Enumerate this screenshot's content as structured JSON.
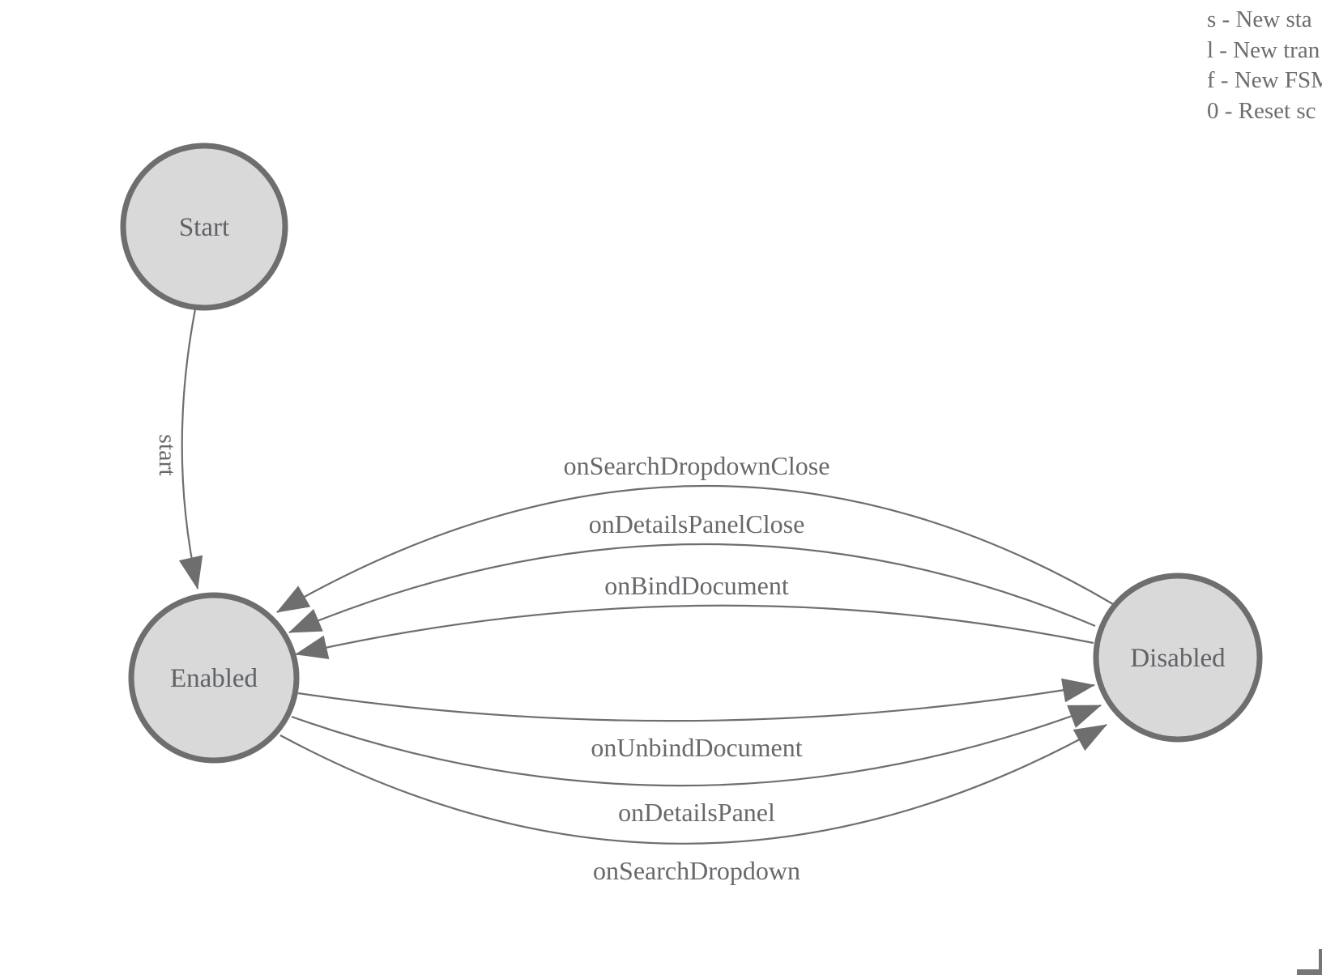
{
  "app": {
    "description": "FSM state diagram canvas",
    "background": "#ffffff"
  },
  "colors": {
    "node_fill": "#d9d9d9",
    "node_stroke": "#6e6e6e",
    "edge_stroke": "#6e6e6e",
    "arrowhead_fill": "#6e6e6e",
    "node_text": "#5f6266",
    "edge_text": "#67696c",
    "legend_text": "#6b6d70",
    "corner_shape": "#767676"
  },
  "legend": {
    "lines": [
      "s - New sta",
      "l - New tran",
      "f - New FSM",
      "0 - Reset sc"
    ]
  },
  "nodes": [
    {
      "id": "start",
      "label": "Start"
    },
    {
      "id": "enabled",
      "label": "Enabled"
    },
    {
      "id": "disabled",
      "label": "Disabled"
    }
  ],
  "edges": [
    {
      "label": "start",
      "from": "Start",
      "to": "Enabled"
    },
    {
      "label": "onSearchDropdownClose",
      "from": "Disabled",
      "to": "Enabled"
    },
    {
      "label": "onDetailsPanelClose",
      "from": "Disabled",
      "to": "Enabled"
    },
    {
      "label": "onBindDocument",
      "from": "Disabled",
      "to": "Enabled"
    },
    {
      "label": "onUnbindDocument",
      "from": "Enabled",
      "to": "Disabled"
    },
    {
      "label": "onDetailsPanel",
      "from": "Enabled",
      "to": "Disabled"
    },
    {
      "label": "onSearchDropdown",
      "from": "Enabled",
      "to": "Disabled"
    }
  ]
}
